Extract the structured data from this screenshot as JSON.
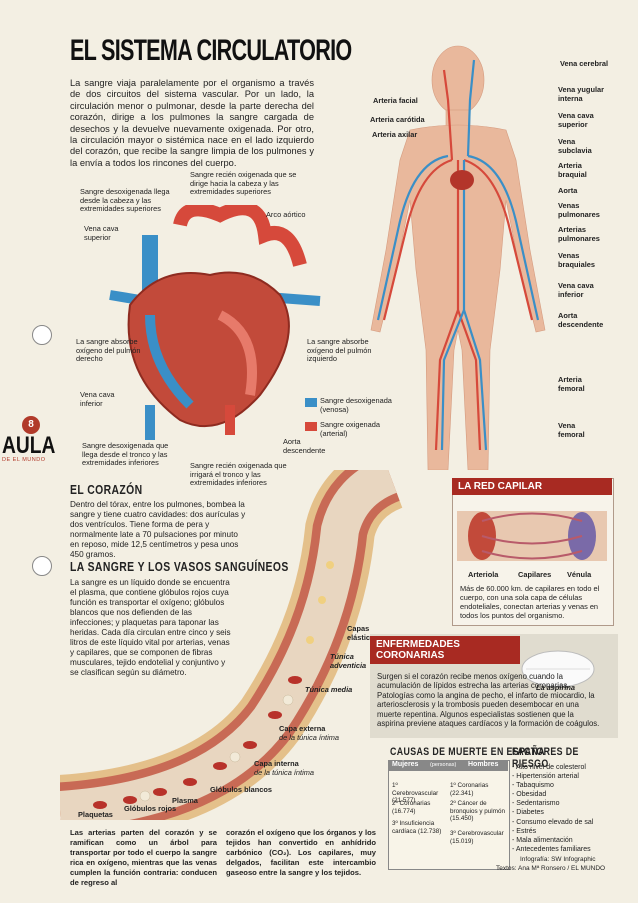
{
  "title": "EL SISTEMA CIRCULATORIO",
  "intro": "La sangre viaja paralelamente por el organismo a través de dos circuitos del sistema vascular. Por un lado, la circulación menor o pulmonar, desde la parte derecha del corazón, dirige a los pulmones la sangre cargada de desechos y la devuelve nuevamente oxigenada. Por otro, la circulación mayor o sistémica nace en el lado izquierdo del corazón, que recibe la sangre limpia de los pulmones y la envía a todos los rincones del cuerpo.",
  "heart": {
    "desox_top": "Sangre desoxigenada llega desde la cabeza y las extremidades superiores",
    "ox_top": "Sangre recién oxigenada que se dirige hacia la cabeza y las extremidades superiores",
    "arco": "Arco aórtico",
    "vena_sup": "Vena cava superior",
    "abs_right": "La sangre absorbe oxígeno del pulmón derecho",
    "abs_left": "La sangre absorbe oxígeno del pulmón izquierdo",
    "vena_inf": "Vena cava inferior",
    "desox_bottom": "Sangre desoxigenada que llega desde el tronco y las extremidades inferiores",
    "ox_bottom": "Sangre recién oxigenada que irrigará el tronco y las extremidades inferiores",
    "aorta_desc": "Aorta descendente",
    "legend_venosa": "Sangre desoxigenada (venosa)",
    "legend_arterial": "Sangre oxigenada (arterial)"
  },
  "body_labels_left": [
    "Arteria facial",
    "Arteria carótida",
    "Arteria axilar"
  ],
  "body_labels_right": [
    "Vena cerebral",
    "Vena yugular interna",
    "Vena cava superior",
    "Vena subclavia",
    "Arteria braquial",
    "Aorta",
    "Venas pulmonares",
    "Arterias pulmonares",
    "Venas braquiales",
    "Vena cava inferior",
    "Aorta descendente",
    "Arteria femoral",
    "Vena femoral"
  ],
  "aula": {
    "num": "8",
    "word": "AULA",
    "sub": "DE EL MUNDO"
  },
  "corazon": {
    "heading": "EL CORAZÓN",
    "text": "Dentro del tórax, entre los pulmones, bombea la sangre y tiene cuatro cavidades: dos aurículas y dos ventrículos. Tiene forma de pera y normalmente late a 70 pulsaciones por minuto en reposo, mide 12,5 centímetros y pesa unos 450 gramos."
  },
  "vasos": {
    "heading": "LA SANGRE Y LOS VASOS SANGUÍNEOS",
    "text": "La sangre es un líquido donde se encuentra el plasma, que contiene glóbulos rojos cuya función es transportar el oxígeno; glóbulos blancos que nos defienden de las infecciones; y plaquetas para taponar las heridas. Cada día circulan entre cinco y seis litros de este líquido vital por arterias, venas y capilares, que se componen de fibras musculares, tejido endotelial y conjuntivo y se clasifican según su diámetro."
  },
  "vessel_labels": {
    "capas": "Capas elásticas",
    "adventicia_a": "Túnica",
    "adventicia_b": "adventicia",
    "media": "Túnica media",
    "externa_a": "Capa externa",
    "externa_b": "de la túnica íntima",
    "interna_a": "Capa interna",
    "interna_b": "de la túnica íntima",
    "blancos": "Glóbulos blancos",
    "plasma": "Plasma",
    "rojos": "Glóbulos rojos",
    "plaquetas": "Plaquetas"
  },
  "bottom_left": "Las arterias parten del corazón y se ramifican como un árbol para transportar por todo el cuerpo la sangre rica en oxígeno, mientras que las venas cumplen la función contraria: conducen de regreso al",
  "bottom_mid": "corazón el oxígeno que los órganos y los tejidos han convertido en anhídrido carbónico (CO₂). Los capilares, muy delgados, facilitan este intercambio gaseoso entre la sangre y los tejidos.",
  "capilar": {
    "heading": "LA RED CAPILAR",
    "arteriola": "Arteriola",
    "capilares": "Capilares",
    "venula": "Vénula",
    "text": "Más de 60.000 km. de capilares en todo el cuerpo, con una sola capa de células endoteliales, conectan arterias y venas en todos los puntos del organismo."
  },
  "enfermedades": {
    "heading": "ENFERMEDADES CORONARIAS",
    "text": "Surgen si el corazón recibe menos oxígeno cuando la acumulación de lípidos estrecha las arterias coronarias. Patologías como la angina de pecho, el infarto de miocardio, la arteriosclerosis y la trombosis pueden desembocar en una muerte repentina. Algunos especialistas sostienen que la aspirina previene ataques cardíacos y la formación de coágulos.",
    "aspirina": "La aspirina"
  },
  "causas": {
    "heading": "CAUSAS DE MUERTE EN ESPAÑA",
    "mujeres": "Mujeres",
    "personas": "(personas)",
    "hombres": "Hombres",
    "m1": "1º Cerebrovascular (21.577)",
    "m2": "2º Coronarias (16.774)",
    "m3": "3º Insuficiencia cardíaca (12.738)",
    "h1": "1º Coronarias (22.341)",
    "h2": "2º Cáncer de bronquios y pulmón (15.450)",
    "h3": "3º Cerebrovascular (15.019)"
  },
  "riesgo": {
    "heading": "FACTORES DE RIESGO",
    "items": [
      "- Alto nivel de colesterol",
      "- Hipertensión arterial",
      "- Tabaquismo",
      "- Obesidad",
      "- Sedentarismo",
      "- Diabetes",
      "- Consumo elevado de sal",
      "- Estrés",
      "- Mala alimentación",
      "- Antecedentes familiares"
    ]
  },
  "credits_1": "Infografía: SW Infographic",
  "credits_2": "Textos: Ana Mª Ronsero / EL MUNDO",
  "colors": {
    "artery": "#d6493b",
    "vein": "#3a8fc7",
    "accent": "#a82a22"
  }
}
